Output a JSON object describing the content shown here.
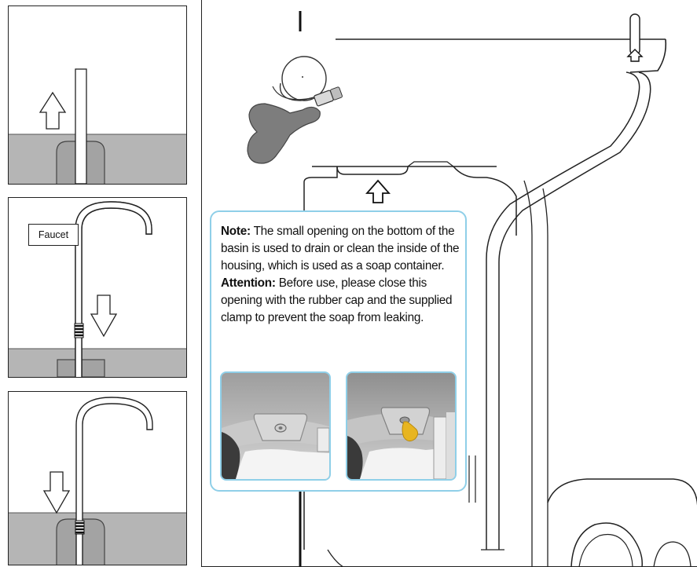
{
  "panels": {
    "faucet_label": "Faucet"
  },
  "note": {
    "note_label": "Note:",
    "note_text": " The small opening on the bottom of the basin is used to drain or clean the inside of the housing, which is used as a soap container. ",
    "attention_label": "Attention:",
    "attention_text": " Before use, please close this opening with the rubber cap and the supplied clamp to prevent the soap from leaking."
  },
  "colors": {
    "basin_gray": "#b5b5b5",
    "cap_gray": "#7d7d7d",
    "note_border": "#8fcfe8",
    "cap_yellow": "#e8b520"
  }
}
